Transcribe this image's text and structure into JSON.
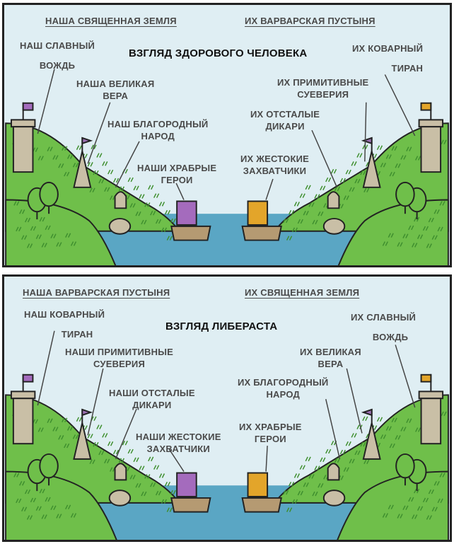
{
  "panels": [
    {
      "title": "ВЗГЛЯД ЗДОРОВОГО ЧЕЛОВЕКА",
      "left_header": "НАША СВЯЩЕННАЯ ЗЕМЛЯ",
      "right_header": "ИХ ВАРВАРСКАЯ ПУСТЫНЯ",
      "left_leader": [
        "НАШ СЛАВНЫЙ",
        "ВОЖДЬ"
      ],
      "right_leader": [
        "ИХ КОВАРНЫЙ",
        "ТИРАН"
      ],
      "left_faith": [
        "НАША ВЕЛИКАЯ",
        "ВЕРА"
      ],
      "right_faith": [
        "ИХ ПРИМИТИВНЫЕ",
        "СУЕВЕРИЯ"
      ],
      "left_people": [
        "НАШ БЛАГОРОДНЫЙ",
        "НАРОД"
      ],
      "right_people": [
        "ИХ ОТСТАЛЫЕ",
        "ДИКАРИ"
      ],
      "left_fighters": [
        "НАШИ ХРАБРЫЕ",
        "ГЕРОИ"
      ],
      "right_fighters": [
        "ИХ ЖЕСТОКИЕ",
        "ЗАХВАТЧИКИ"
      ]
    },
    {
      "title": "ВЗГЛЯД ЛИБЕРАСТА",
      "left_header": "НАША ВАРВАРСКАЯ ПУСТЫНЯ",
      "right_header": "ИХ СВЯЩЕННАЯ ЗЕМЛЯ",
      "left_leader": [
        "НАШ КОВАРНЫЙ",
        "ТИРАН"
      ],
      "right_leader": [
        "ИХ СЛАВНЫЙ",
        "ВОЖДЬ"
      ],
      "left_faith": [
        "НАШИ ПРИМИТИВНЫЕ",
        "СУЕВЕРИЯ"
      ],
      "right_faith": [
        "ИХ ВЕЛИКАЯ",
        "ВЕРА"
      ],
      "left_people": [
        "НАШИ ОТСТАЛЫЕ",
        "ДИКАРИ"
      ],
      "right_people": [
        "ИХ БЛАГОРОДНЫЙ",
        "НАРОД"
      ],
      "left_fighters": [
        "НАШИ ЖЕСТОКИЕ",
        "ЗАХВАТЧИКИ"
      ],
      "right_fighters": [
        "ИХ ХРАБРЫЕ",
        "ГЕРОИ"
      ]
    }
  ],
  "colors": {
    "sky": "#dfeef3",
    "grass": "#6fbf4a",
    "grass_dark": "#3f8f2f",
    "water": "#5aa6c4",
    "stone": "#c9bfa6",
    "left_sail": "#a46bbd",
    "right_sail": "#e3a52a",
    "hull": "#b59a72"
  }
}
